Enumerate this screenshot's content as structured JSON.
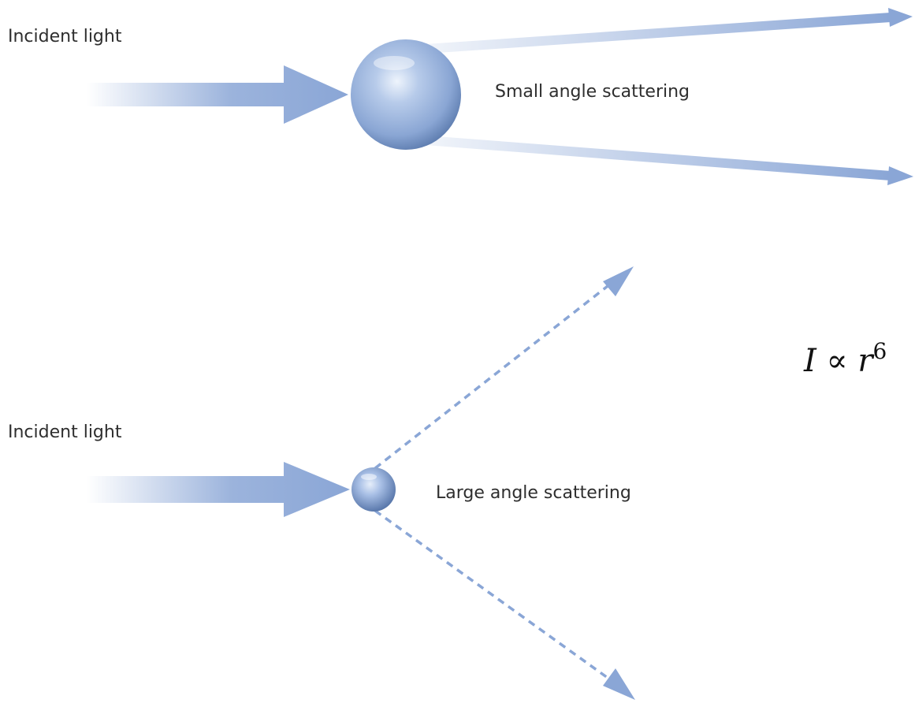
{
  "top_panel": {
    "incident_label": "Incident light",
    "scatter_label": "Small angle scattering"
  },
  "bottom_panel": {
    "incident_label": "Incident light",
    "scatter_label": "Large angle scattering"
  },
  "formula": {
    "intensity_symbol": "I",
    "proportional_symbol": "∝",
    "radius_symbol": "r",
    "exponent": "6"
  },
  "colors": {
    "arrow_blue": "#8aa6d6",
    "sphere_light": "#d8e6f7",
    "sphere_mid": "#9db7df",
    "sphere_dark": "#4f6fa3",
    "text": "#2e2e2e"
  }
}
